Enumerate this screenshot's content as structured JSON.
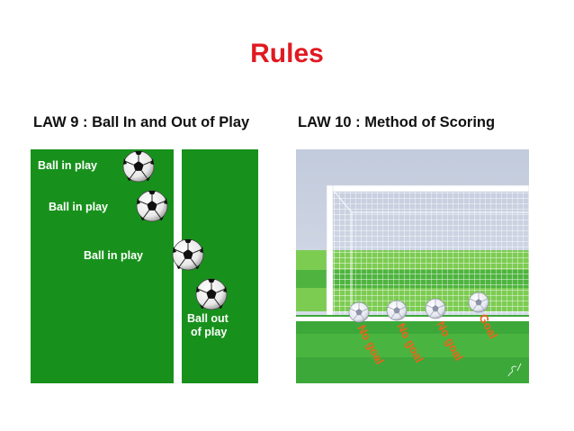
{
  "slide": {
    "title": "Rules",
    "title_color": "#e01a22"
  },
  "law9": {
    "heading": "LAW 9 : Ball In and Out of Play",
    "labels": [
      "Ball in play",
      "Ball in play",
      "Ball in play",
      "Ball out of play"
    ],
    "label_out_line1": "Ball out",
    "label_out_line2": "of play",
    "field_color": "#18911c"
  },
  "law10": {
    "heading": "LAW 10 : Method of Scoring",
    "labels": [
      "No goal",
      "No goal",
      "No goal",
      "Goal"
    ],
    "label_color": "#e8641a",
    "grass_light": "#7ccc52",
    "grass_dark": "#3da83a"
  }
}
